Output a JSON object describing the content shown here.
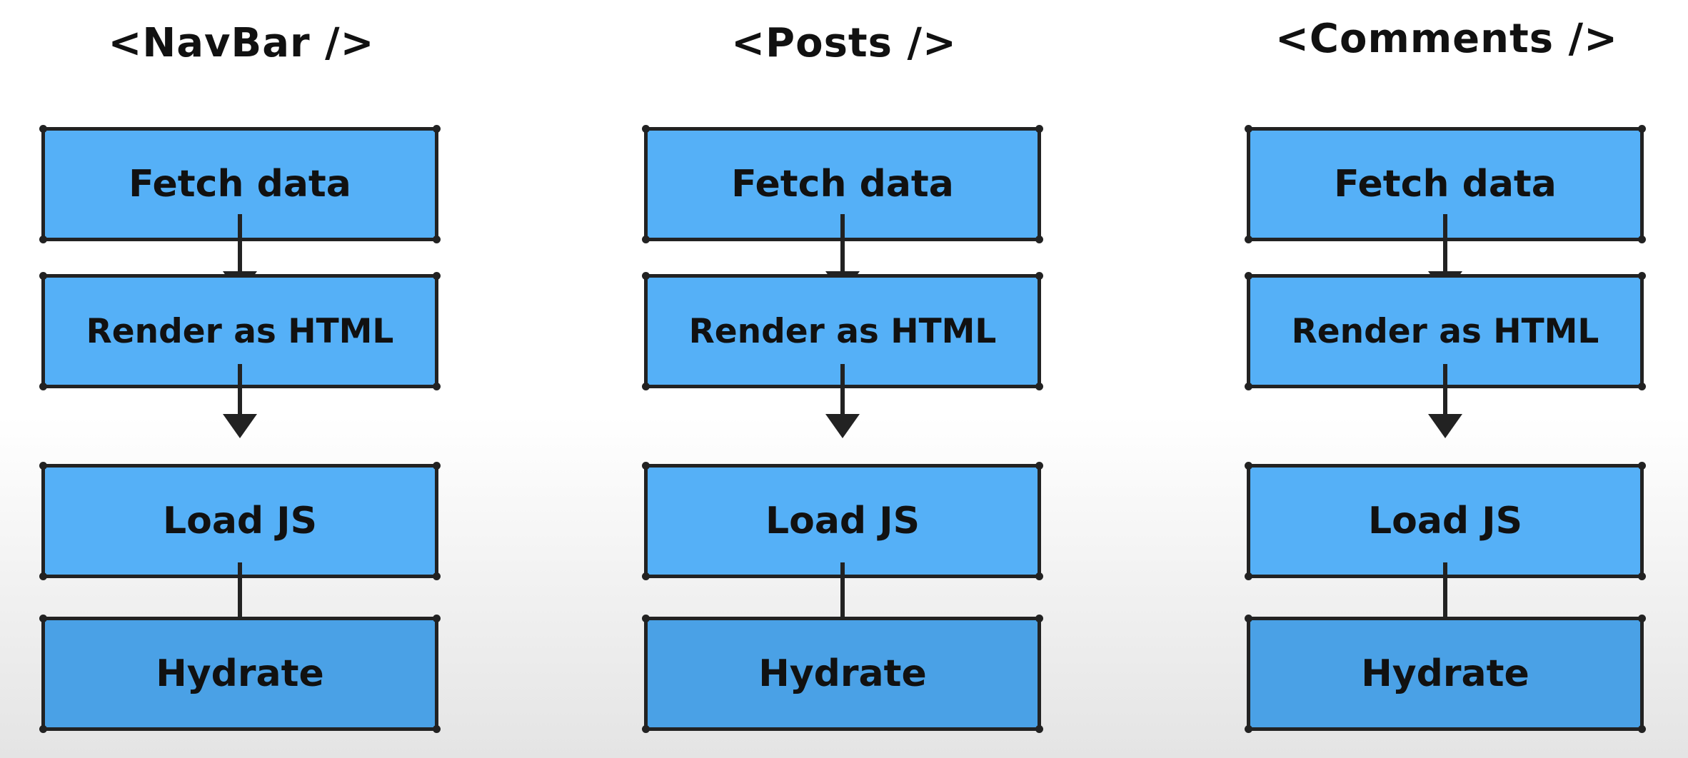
{
  "columns": [
    {
      "title": "<NavBar />",
      "steps": [
        "Fetch data",
        "Render as HTML",
        "Load JS",
        "Hydrate"
      ]
    },
    {
      "title": "<Posts />",
      "steps": [
        "Fetch data",
        "Render as HTML",
        "Load JS",
        "Hydrate"
      ]
    },
    {
      "title": "<Comments />",
      "steps": [
        "Fetch data",
        "Render as HTML",
        "Load JS",
        "Hydrate"
      ]
    }
  ],
  "colors": {
    "box_fill": "#55b0f7",
    "box_fill_last": "#4aa1e6",
    "stroke": "#222222"
  }
}
